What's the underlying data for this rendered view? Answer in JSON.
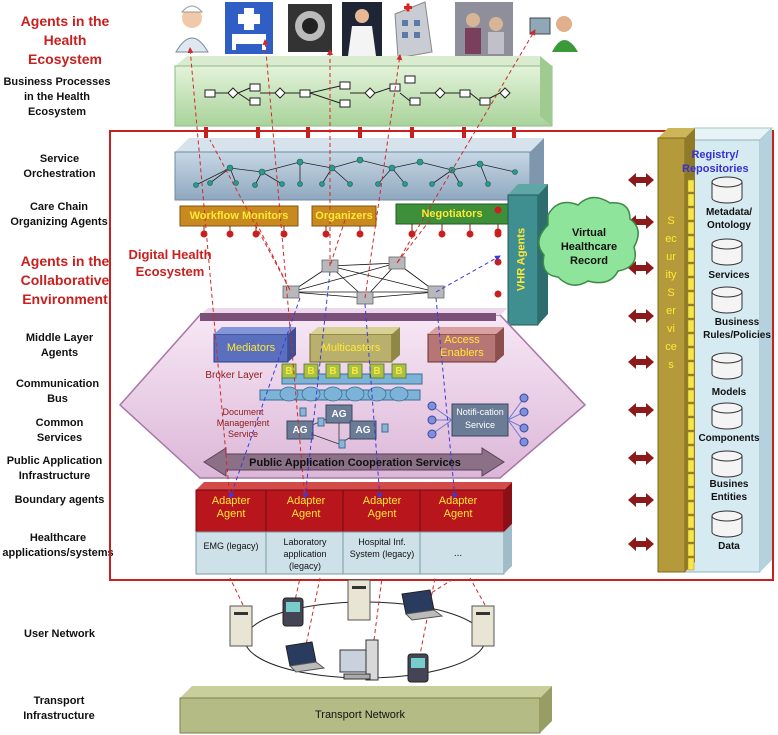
{
  "left_labels": {
    "agents_health": "Agents in the Health Ecosystem",
    "business_processes": "Business Processes in the Health Ecosystem",
    "service_orchestration": "Service Orchestration",
    "care_chain": "Care Chain Organizing Agents",
    "agents_collab": "Agents in the Collaborative Environment",
    "middle_layer": "Middle Layer Agents",
    "communication_bus": "Communication Bus",
    "common_services": "Common Services",
    "public_app_infra": "Public Application Infrastructure",
    "boundary_agents": "Boundary agents",
    "healthcare_apps": "Healthcare applications/systems",
    "user_network": "User Network",
    "transport_infra": "Transport Infrastructure"
  },
  "center": {
    "digital_health_ecosystem": "Digital Health Ecosystem",
    "workflow_monitors": "Workflow Monitors",
    "organizers": "Organizers",
    "negotiators": "Negotiators",
    "vhr_agents": "VHR Agents",
    "virtual_record": "Virtual Healthcare Record",
    "mediators": "Mediators",
    "multicasters": "Multicasters",
    "access_enablers": "Access Enablers",
    "broker_layer": "Broker Layer",
    "bus_letter": "B",
    "document_mgmt": "Document Management Service",
    "ag": "AG",
    "notification": "Notifi-cation Service",
    "public_app_coop": "Public Application Cooperation Services",
    "adapter_agent": "Adapter Agent",
    "apps": [
      "EMG (legacy)",
      "Laboratory application (legacy)",
      "Hospital Inf. System (legacy)",
      "..."
    ],
    "transport_network": "Transport Network"
  },
  "right": {
    "security_services": "Security Services",
    "registry_title": "Registry/ Repositories",
    "repos": [
      "Metadata/ Ontology",
      "Services",
      "Business Rules/Policies",
      "Models",
      "Components",
      "Busines Entities",
      "Data"
    ]
  },
  "colors": {
    "frame_red": "#c8201e",
    "orchestration": "#a9bfd2",
    "business_green": "#c5e3b8",
    "ecosystem_pink": "#e9cde6",
    "adapter_red": "#b8161c",
    "app_blue": "#cfe1e8",
    "security_gold": "#b49a3a",
    "registry_blue": "#d6eaf1"
  }
}
